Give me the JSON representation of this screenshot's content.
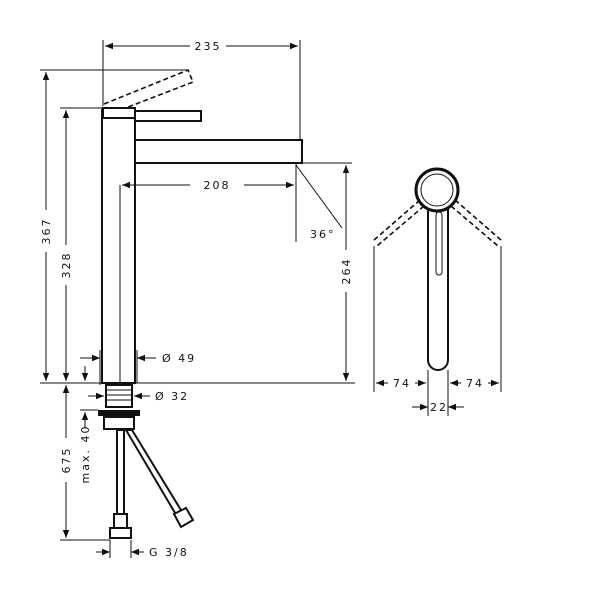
{
  "dimensions": {
    "total_width": "235",
    "total_height": "367",
    "body_height": "328",
    "spout_reach": "208",
    "spray_angle": "36°",
    "spout_height": "264",
    "body_diameter": "Ø 49",
    "thread_diameter": "Ø 32",
    "hose_length": "675",
    "max_counter_thickness": "max. 40",
    "connection_thread": "G 3/8",
    "lever_swing_left": "74",
    "lever_swing_right": "74",
    "lever_width": "22"
  }
}
